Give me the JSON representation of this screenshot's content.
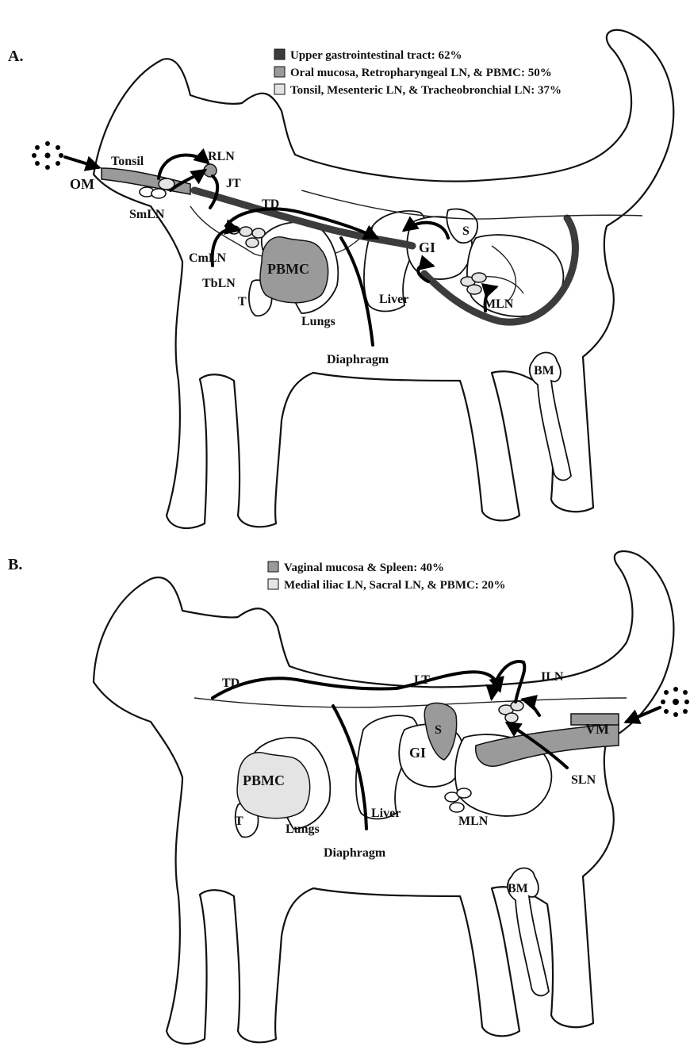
{
  "panel_a": {
    "label": "A.",
    "legend": [
      {
        "text": "Upper gastrointestinal tract: 62%",
        "color": "#3c3c3c"
      },
      {
        "text": "Oral mucosa, Retropharyngeal LN, & PBMC: 50%",
        "color": "#9a9a9a"
      },
      {
        "text": "Tonsil, Mesenteric LN, & Tracheobronchial LN: 37%",
        "color": "#e4e4e4"
      }
    ],
    "labels": {
      "tonsil": "Tonsil",
      "om": "OM",
      "rln": "RLN",
      "jt": "JT",
      "td": "TD",
      "smln": "SmLN",
      "cmln": "CmLN",
      "tbln": "TbLN",
      "pbmc": "PBMC",
      "t": "T",
      "lungs": "Lungs",
      "diaphragm": "Diaphragm",
      "liver": "Liver",
      "gi": "GI",
      "s": "S",
      "mln": "MLN",
      "bm": "BM"
    }
  },
  "panel_b": {
    "label": "B.",
    "legend": [
      {
        "text": "Vaginal mucosa & Spleen: 40%",
        "color": "#9a9a9a"
      },
      {
        "text": "Medial iliac LN, Sacral LN, & PBMC: 20%",
        "color": "#e4e4e4"
      }
    ],
    "labels": {
      "td": "TD",
      "lt": "LT",
      "iln": "ILN",
      "vm": "VM",
      "sln": "SLN",
      "gi": "GI",
      "s": "S",
      "pbmc": "PBMC",
      "t": "T",
      "lungs": "Lungs",
      "liver": "Liver",
      "mln": "MLN",
      "diaphragm": "Diaphragm",
      "bm": "BM"
    }
  }
}
